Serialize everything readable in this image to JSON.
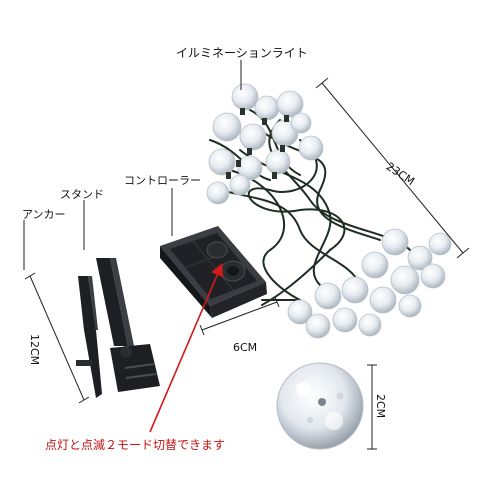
{
  "labels": {
    "illumination_light": "イルミネーションライト",
    "controller": "コントローラー",
    "stand": "スタンド",
    "anchor": "アンカー",
    "length_23cm": "23CM",
    "length_12cm": "12CM",
    "width_6cm": "6CM",
    "diameter_2cm": "2CM",
    "mode_note": "点灯と点滅２モード切替できます"
  },
  "colors": {
    "background": "#ffffff",
    "wire": "#1e2c22",
    "bulb": "#e6ebf0",
    "panel": "#1f2124",
    "annotation_red": "#d11a1a"
  }
}
